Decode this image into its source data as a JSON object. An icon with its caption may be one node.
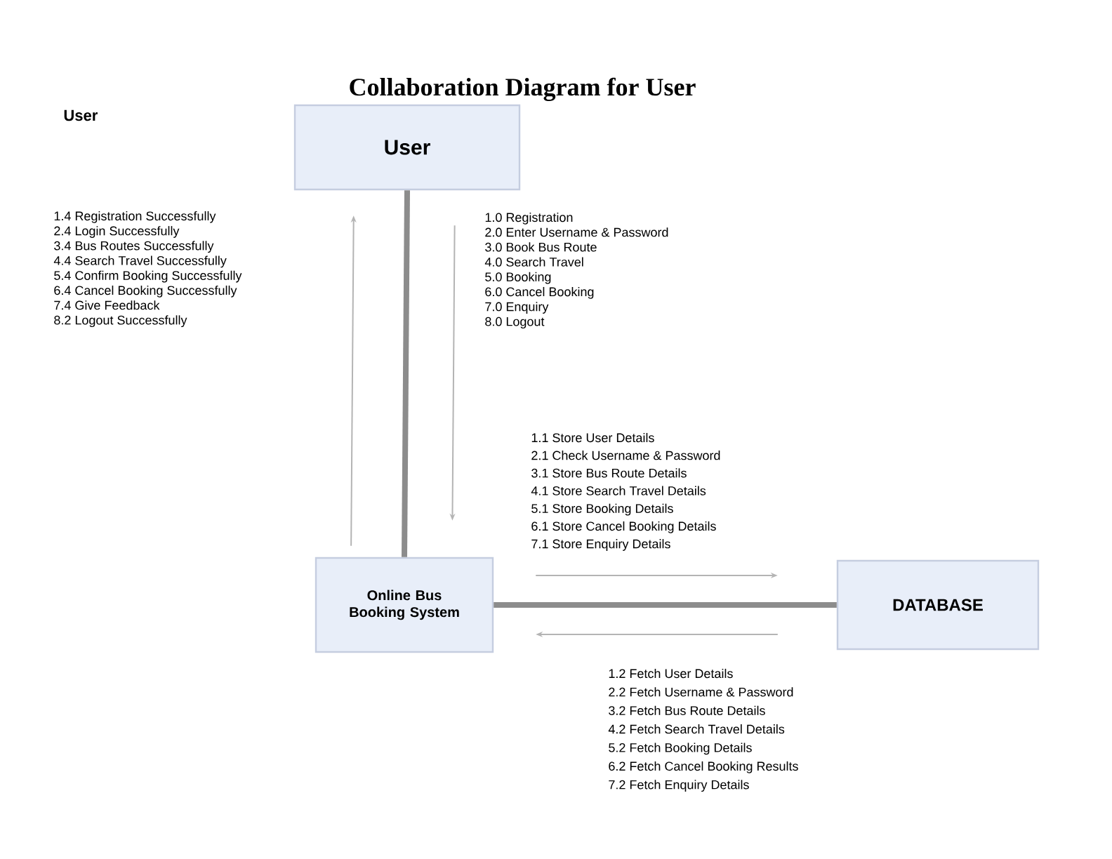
{
  "diagram": {
    "title": "Collaboration Diagram for User",
    "nodes": [
      {
        "text": [
          "User"
        ]
      },
      {
        "text": [
          "Online Bus Booking System"
        ]
      },
      {
        "text": [
          "DATABASE"
        ]
      }
    ],
    "edges": [
      {
        "from": 0,
        "to": 1,
        "arrow": "none",
        "style": "thick",
        "color": "#8c8c8c"
      },
      {
        "from": 1,
        "to": 2,
        "arrow": "none",
        "style": "thick",
        "color": "#8c8c8c"
      },
      {
        "from": 1,
        "to": 0,
        "arrow": "to"
      },
      {
        "from": 0,
        "to": 1,
        "arrow": "to"
      },
      {
        "from": 1,
        "to": 2,
        "arrow": "to"
      },
      {
        "from": 2,
        "to": 1,
        "arrow": "to"
      }
    ],
    "labels": [
      "User",
      "1.4 Registration Successfully",
      "2.4 Login Successfully",
      "3.4 Bus Routes Successfully",
      "4.4 Search Travel Successfully",
      "5.4 Confirm Booking Successfully",
      "6.4 Cancel Booking Successfully",
      "7.4 Give Feedback",
      "8.2 Logout Successfully",
      "1.0 Registration",
      "2.0 Enter Username & Password",
      "3.0 Book Bus Route",
      "4.0 Search Travel",
      "5.0 Booking",
      "6.0 Cancel Booking",
      "7.0 Enquiry",
      "8.0 Logout",
      "1.1 Store User Details",
      "2.1 Check Username & Password",
      "3.1 Store Bus Route Details",
      "4.1 Store Search Travel Details",
      "5.1 Store Booking Details",
      "6.1 Store Cancel Booking Details",
      "7.1 Store Enquiry Details",
      "1.2 Fetch User Details",
      "2.2 Fetch Username & Password",
      "3.2 Fetch Bus Route Details",
      "4.2 Fetch Search Travel Details",
      "5.2 Fetch Booking Details",
      "6.2 Fetch Cancel Booking Results",
      "7.2 Fetch Enquiry Details"
    ]
  }
}
